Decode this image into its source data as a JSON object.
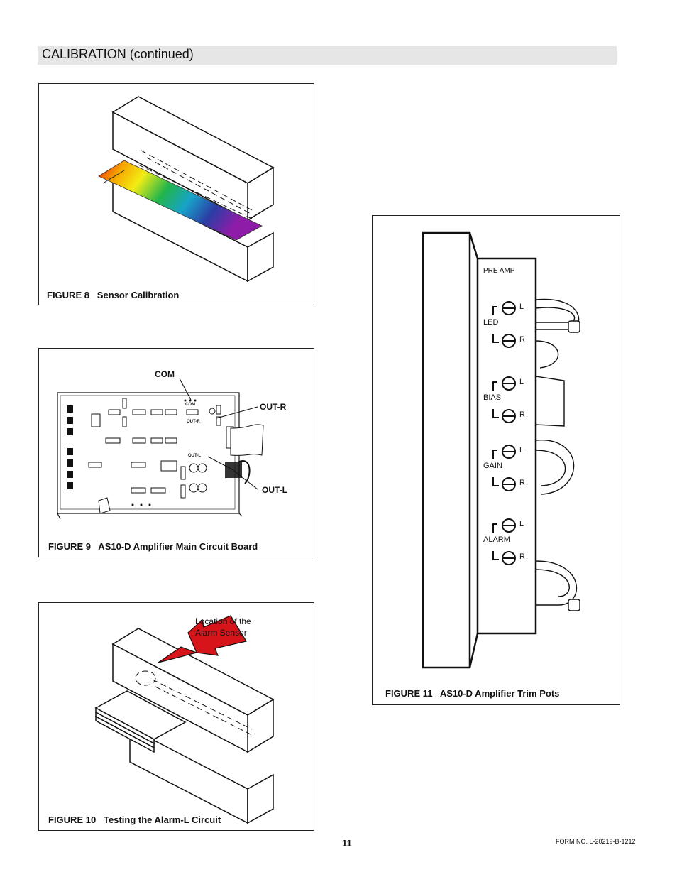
{
  "header": {
    "title": "CALIBRATION (continued)"
  },
  "figure8": {
    "caption": "FIGURE 8   Sensor Calibration"
  },
  "figure9": {
    "caption": "FIGURE 9   AS10-D Amplifier Main Circuit Board",
    "callouts": {
      "com": "COM",
      "out_r": "OUT-R",
      "out_l": "OUT-L"
    },
    "board_labels": {
      "com": "COM",
      "out_r": "OUT-R",
      "out_l": "OUT-L"
    }
  },
  "figure10": {
    "caption": "FIGURE 10   Testing the Alarm-L Circuit",
    "annotation_line1": "Location of the ",
    "annotation_line2": "Alarm Sensor"
  },
  "figure11": {
    "caption": "FIGURE 11   AS10-D Amplifier Trim Pots",
    "panel_title": "PRE AMP",
    "groups": [
      {
        "name": "LED",
        "top": "L",
        "bottom": "R"
      },
      {
        "name": "BIAS",
        "top": "L",
        "bottom": "R"
      },
      {
        "name": "GAIN",
        "top": "L",
        "bottom": "R"
      },
      {
        "name": "ALARM",
        "top": "L",
        "bottom": "R"
      }
    ]
  },
  "footer": {
    "page_number": "11",
    "form_number": "FORM NO. L-20219-B-1212"
  },
  "colors": {
    "header_bar": "#e6e6e6",
    "arrow": "#d8141b"
  }
}
